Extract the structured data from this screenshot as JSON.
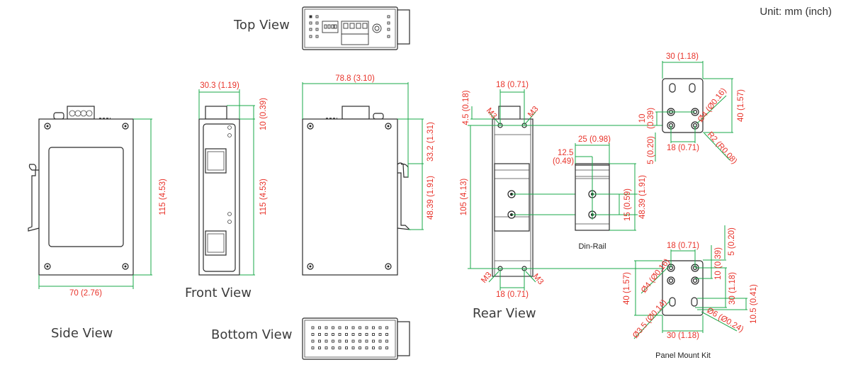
{
  "unit_label": "Unit: mm (inch)",
  "views": {
    "top": "Top View",
    "side": "Side View",
    "front": "Front View",
    "bottom": "Bottom View",
    "rear": "Rear View",
    "din_rail": "Din-Rail",
    "panel_mount": "Panel Mount Kit"
  },
  "dimensions": {
    "side_height": "115 (4.53)",
    "side_width": "70 (2.76)",
    "front_width": "30.3 (1.19)",
    "front_connector": "10 (0.39)",
    "front_height": "115 (4.53)",
    "back_width": "78.8 (3.10)",
    "back_upper": "33.2 (1.31)",
    "back_rail": "48.39 (1.91)",
    "rear_top_offset": "4.5 (0.18)",
    "rear_top_spacing": "18 (0.71)",
    "rear_height": "105 (4.13)",
    "rear_bottom_spacing": "18 (0.71)",
    "rear_screw": "M3",
    "din_width": "25 (0.98)",
    "din_half_a": "12.5",
    "din_half_b": "(0.49)",
    "din_screw_spacing": "15 (0.59)",
    "din_height": "48.39 (1.91)",
    "pm_top_width": "30 (1.18)",
    "pm_top_height": "40 (1.57)",
    "pm_top_hole_dia": "Ø4 (Ø0.16)",
    "pm_top_vspacing_a": "10",
    "pm_top_vspacing_b": "(0.39)",
    "pm_top_offset": "5 (0.20)",
    "pm_top_hspacing": "18 (0.71)",
    "pm_top_radius": "R2 (R0.08)",
    "pm_bot_hspacing": "18 (0.71)",
    "pm_bot_offset": "5 (0.20)",
    "pm_bot_vspacing": "10 (0.39)",
    "pm_bot_hole_dia": "Ø4 (Ø0.16)",
    "pm_bot_height": "40 (1.57)",
    "pm_bot_keyhole_dist": "30 (1.18)",
    "pm_bot_keyhole_small": "Ø3.5 (Ø0.14)",
    "pm_bot_keyhole_big": "Ø6 (Ø0.24)",
    "pm_bot_keyhole_len": "10.5 (0.41)",
    "pm_bot_width": "30 (1.18)"
  }
}
